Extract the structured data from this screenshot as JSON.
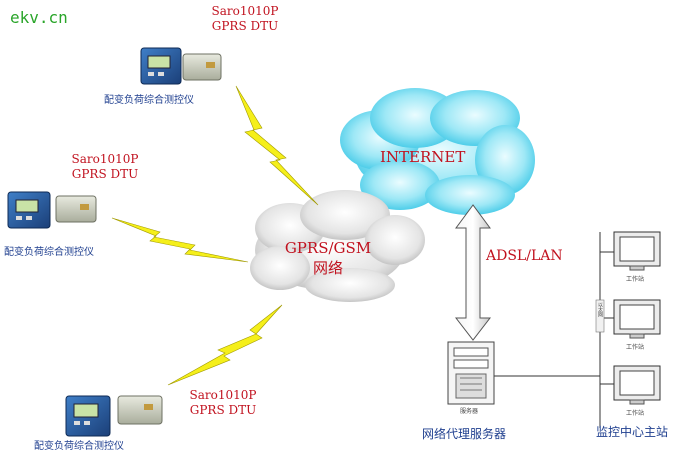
{
  "watermark": "ekv.cn",
  "devices": [
    {
      "model": "Saro1010P",
      "type": "GPRS DTU",
      "caption": "配变负荷综合测控仪"
    },
    {
      "model": "Saro1010P",
      "type": "GPRS DTU",
      "caption": "配变负荷综合测控仪"
    },
    {
      "model": "Saro1010P",
      "type": "GPRS DTU",
      "caption": "配变负荷综合测控仪"
    }
  ],
  "gprs_cloud": {
    "line1": "GPRS/GSM",
    "line2": "网络"
  },
  "internet_cloud": {
    "label": "INTERNET"
  },
  "link_label": "ADSL/LAN",
  "server": {
    "caption": "网络代理服务器",
    "small_label": "服务器"
  },
  "workstations": {
    "small_label": "工作站",
    "bus_label": "以太网",
    "caption": "监控中心主站"
  },
  "colors": {
    "label_red": "#c1121f",
    "label_blue": "#1f3f8f",
    "bolt": "#f5ef1a",
    "watermark": "#2aa52a"
  }
}
